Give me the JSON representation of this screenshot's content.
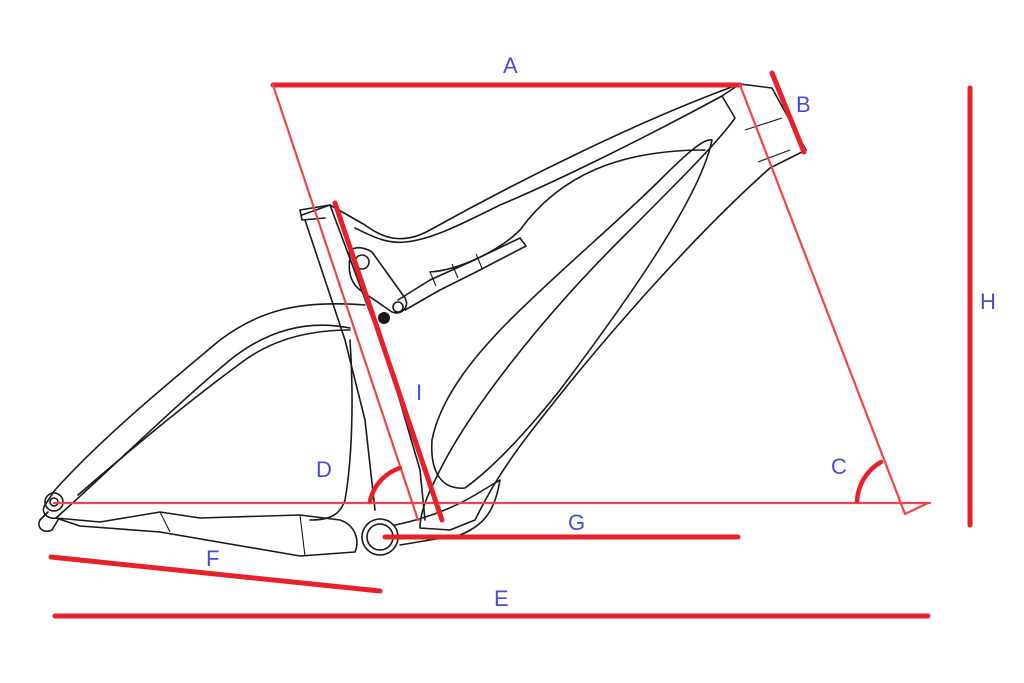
{
  "labels": {
    "A": "A",
    "B": "B",
    "C": "C",
    "D": "D",
    "E": "E",
    "F": "F",
    "G": "G",
    "H": "H",
    "I": "I"
  },
  "colors": {
    "dimension": "#e8202a",
    "label": "#4a4ad8",
    "frame": "#1a1a1a",
    "background": "#ffffff"
  }
}
